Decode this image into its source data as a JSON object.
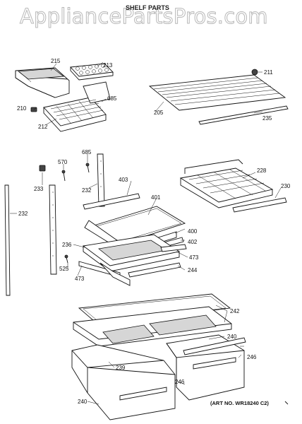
{
  "watermark": "AppliancePartsPros.com",
  "title": "SHELF PARTS",
  "art_no": "(ART NO. WR18240 C2)",
  "callouts": {
    "c215": "215",
    "c213": "213",
    "c211": "211",
    "c685a": "685",
    "c210": "210",
    "c212": "212",
    "c205": "205",
    "c235": "235",
    "c685b": "685",
    "c570": "570",
    "c233": "233",
    "c232a": "232",
    "c403": "403",
    "c228": "228",
    "c232b": "232",
    "c401": "401",
    "c230": "230",
    "c400": "400",
    "c402": "402",
    "c236": "236",
    "c473a": "473",
    "c525": "525",
    "c473b": "473",
    "c244": "244",
    "c242": "242",
    "c240a": "240",
    "c246a": "246",
    "c239": "239",
    "c246b": "246",
    "c240b": "240"
  }
}
